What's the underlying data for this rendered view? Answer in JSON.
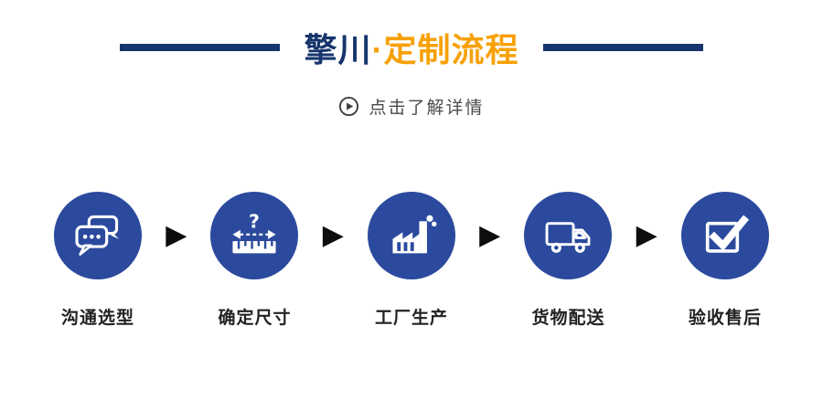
{
  "header": {
    "title_brand": "擎川",
    "title_rest": "·定制流程",
    "subtitle": "点击了解详情"
  },
  "steps": [
    {
      "label": "沟通选型",
      "icon": "chat-icon"
    },
    {
      "label": "确定尺寸",
      "icon": "ruler-icon"
    },
    {
      "label": "工厂生产",
      "icon": "factory-icon"
    },
    {
      "label": "货物配送",
      "icon": "truck-icon"
    },
    {
      "label": "验收售后",
      "icon": "check-icon"
    }
  ],
  "arrow_glyph": "▶",
  "colors": {
    "brand_navy": "#16356d",
    "accent_orange": "#f7a108",
    "circle_blue": "#2b4a9e",
    "arrow_black": "#0d0d0d",
    "label_dark": "#222222",
    "subtitle_gray": "#4a4a4a"
  }
}
